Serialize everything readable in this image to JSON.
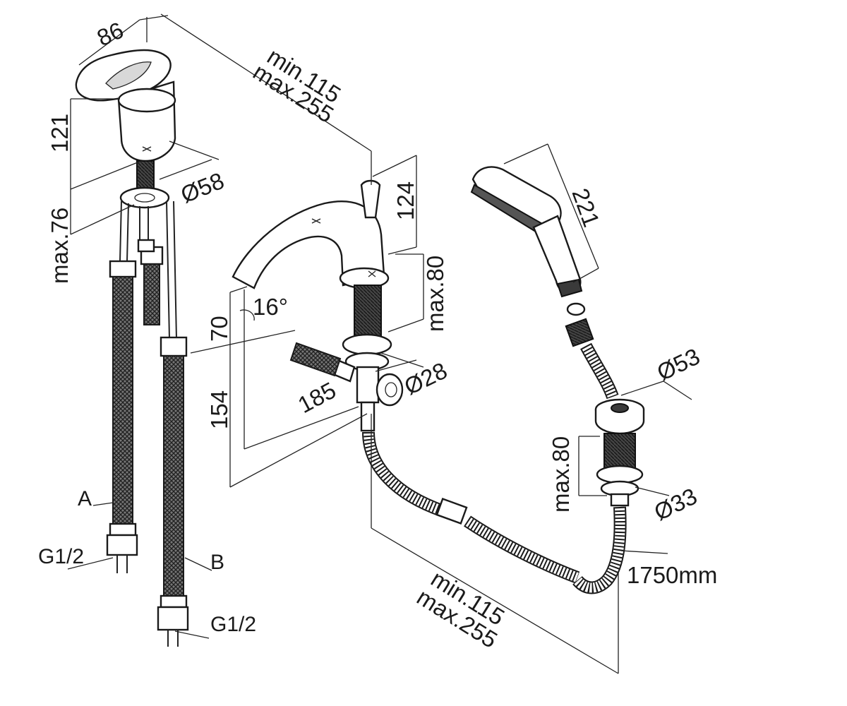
{
  "diagram": {
    "dimensions": {
      "handle_width": "86",
      "handle_height": "121",
      "body_diameter": "Ø58",
      "tail_length": "max.76",
      "reach_min": "min.115",
      "reach_max": "max.255",
      "spout_height": "124",
      "spout_tail_max": "max.80",
      "tilt_angle": "16°",
      "spout_drop": "70",
      "spout_total_height": "154",
      "spout_projection": "185",
      "shank_diameter": "Ø28",
      "handshower_length": "221",
      "holder_diameter": "Ø53",
      "holder_tail_max": "max.80",
      "holder_shank_diameter": "Ø33",
      "hose_length": "1750mm",
      "distance_min": "min.115",
      "distance_max": "max.255"
    },
    "labels": {
      "hose_a": "A",
      "hose_b": "B",
      "thread_a": "G1/2",
      "thread_b": "G1/2"
    }
  }
}
